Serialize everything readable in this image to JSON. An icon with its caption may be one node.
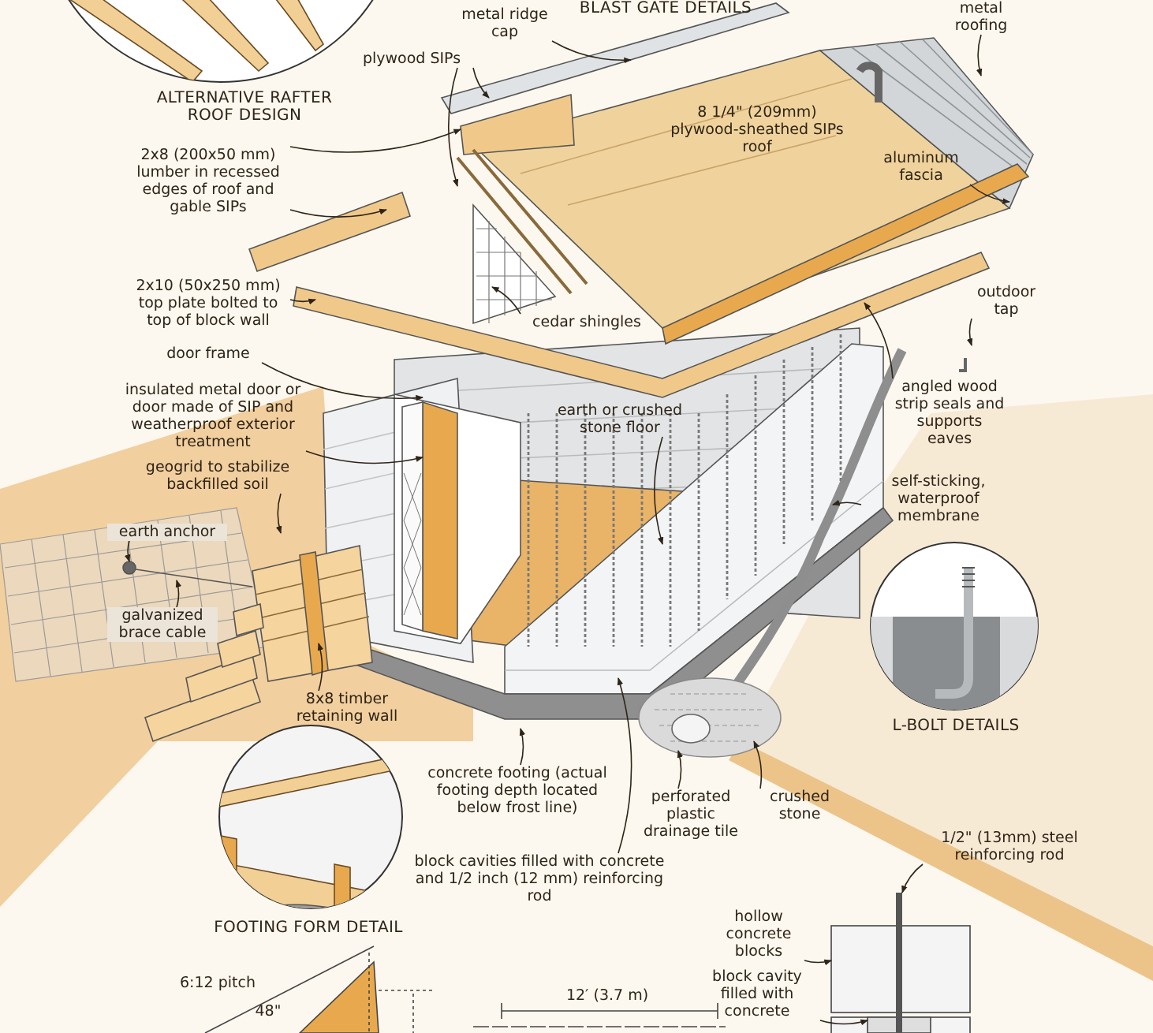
{
  "diagram": {
    "nodes": [
      {
        "text": [
          "metal ridge cap"
        ]
      },
      {
        "text": [
          "plywood SIPs"
        ]
      },
      {
        "text": [
          "2x8 (200x50 mm) lumber in recessed edges of roof and gable SIPs"
        ]
      },
      {
        "text": [
          "2x10 (50x250 mm) top plate bolted to top of block wall"
        ]
      },
      {
        "text": [
          "door frame"
        ]
      },
      {
        "text": [
          "insulated metal door or door made of SIP and weatherproof exterior treatment"
        ]
      },
      {
        "text": [
          "geogrid to stabilize backfilled soil"
        ]
      },
      {
        "text": [
          "earth anchor"
        ]
      },
      {
        "text": [
          "galvanized brace cable"
        ]
      },
      {
        "text": [
          "8x8 timber retaining wall"
        ]
      },
      {
        "text": [
          "cedar shingles"
        ]
      },
      {
        "text": [
          "earth or crushed stone floor"
        ]
      },
      {
        "text": [
          "metal roofing"
        ]
      },
      {
        "text": [
          "aluminum fascia"
        ]
      },
      {
        "text": [
          "outdoor tap"
        ]
      },
      {
        "text": [
          "angled wood strip seals and supports eaves"
        ]
      },
      {
        "text": [
          "self-sticking, waterproof membrane"
        ]
      },
      {
        "text": [
          "concrete footing (actual footing depth located below frost line)"
        ]
      },
      {
        "text": [
          "perforated plastic drainage tile"
        ]
      },
      {
        "text": [
          "crushed stone"
        ]
      },
      {
        "text": [
          "block cavities filled with concrete and 1/2 inch (12 mm) reinforcing rod"
        ]
      },
      {
        "text": [
          "1/2\" (13mm) steel reinforcing rod"
        ]
      },
      {
        "text": [
          "hollow concrete blocks"
        ]
      },
      {
        "text": [
          "block cavity filled with concrete"
        ]
      },
      {
        "text": [],
        "shape": "box"
      },
      {
        "text": [],
        "shape": "box"
      },
      {
        "text": [],
        "shape": "bar"
      }
    ],
    "edges": [
      {
        "from": 0,
        "to": null,
        "arrow": "to"
      },
      {
        "from": 1,
        "to": null,
        "arrow": "to"
      },
      {
        "from": 1,
        "to": null,
        "arrow": "to"
      },
      {
        "from": 2,
        "to": null,
        "arrow": "to"
      },
      {
        "from": 2,
        "to": null,
        "arrow": "to"
      },
      {
        "from": 3,
        "to": null,
        "arrow": "to"
      },
      {
        "from": 4,
        "to": null,
        "arrow": "to"
      },
      {
        "from": 5,
        "to": null,
        "arrow": "to"
      },
      {
        "from": 6,
        "to": null,
        "arrow": "to"
      },
      {
        "from": 7,
        "to": null,
        "arrow": "to"
      },
      {
        "from": 8,
        "to": null,
        "arrow": "to"
      },
      {
        "from": 9,
        "to": null,
        "arrow": "to"
      },
      {
        "from": 10,
        "to": null,
        "arrow": "to"
      },
      {
        "from": 11,
        "to": null,
        "arrow": "to"
      },
      {
        "from": 12,
        "to": null,
        "arrow": "to"
      },
      {
        "from": 13,
        "to": null,
        "arrow": "to"
      },
      {
        "from": 14,
        "to": null,
        "arrow": "to"
      },
      {
        "from": 15,
        "to": null,
        "arrow": "to"
      },
      {
        "from": 16,
        "to": null,
        "arrow": "to"
      },
      {
        "from": 17,
        "to": null,
        "arrow": "to"
      },
      {
        "from": 18,
        "to": null,
        "arrow": "to"
      },
      {
        "from": 19,
        "to": null,
        "arrow": "to"
      },
      {
        "from": 20,
        "to": null,
        "arrow": "to"
      },
      {
        "from": 21,
        "to": 26,
        "arrow": "to"
      },
      {
        "from": 22,
        "to": 24,
        "arrow": "to"
      },
      {
        "from": 23,
        "to": 25,
        "arrow": "to"
      }
    ],
    "labels": [
      "BLAST GATE DETAILS",
      "ALTERNATIVE RAFTER ROOF DESIGN",
      "8 1/4\" (209mm) plywood-sheathed SIPs roof",
      "L-BOLT DETAILS",
      "FOOTING FORM DETAIL",
      "6:12 pitch",
      "48\"",
      "12′ (3.7 m)"
    ]
  }
}
